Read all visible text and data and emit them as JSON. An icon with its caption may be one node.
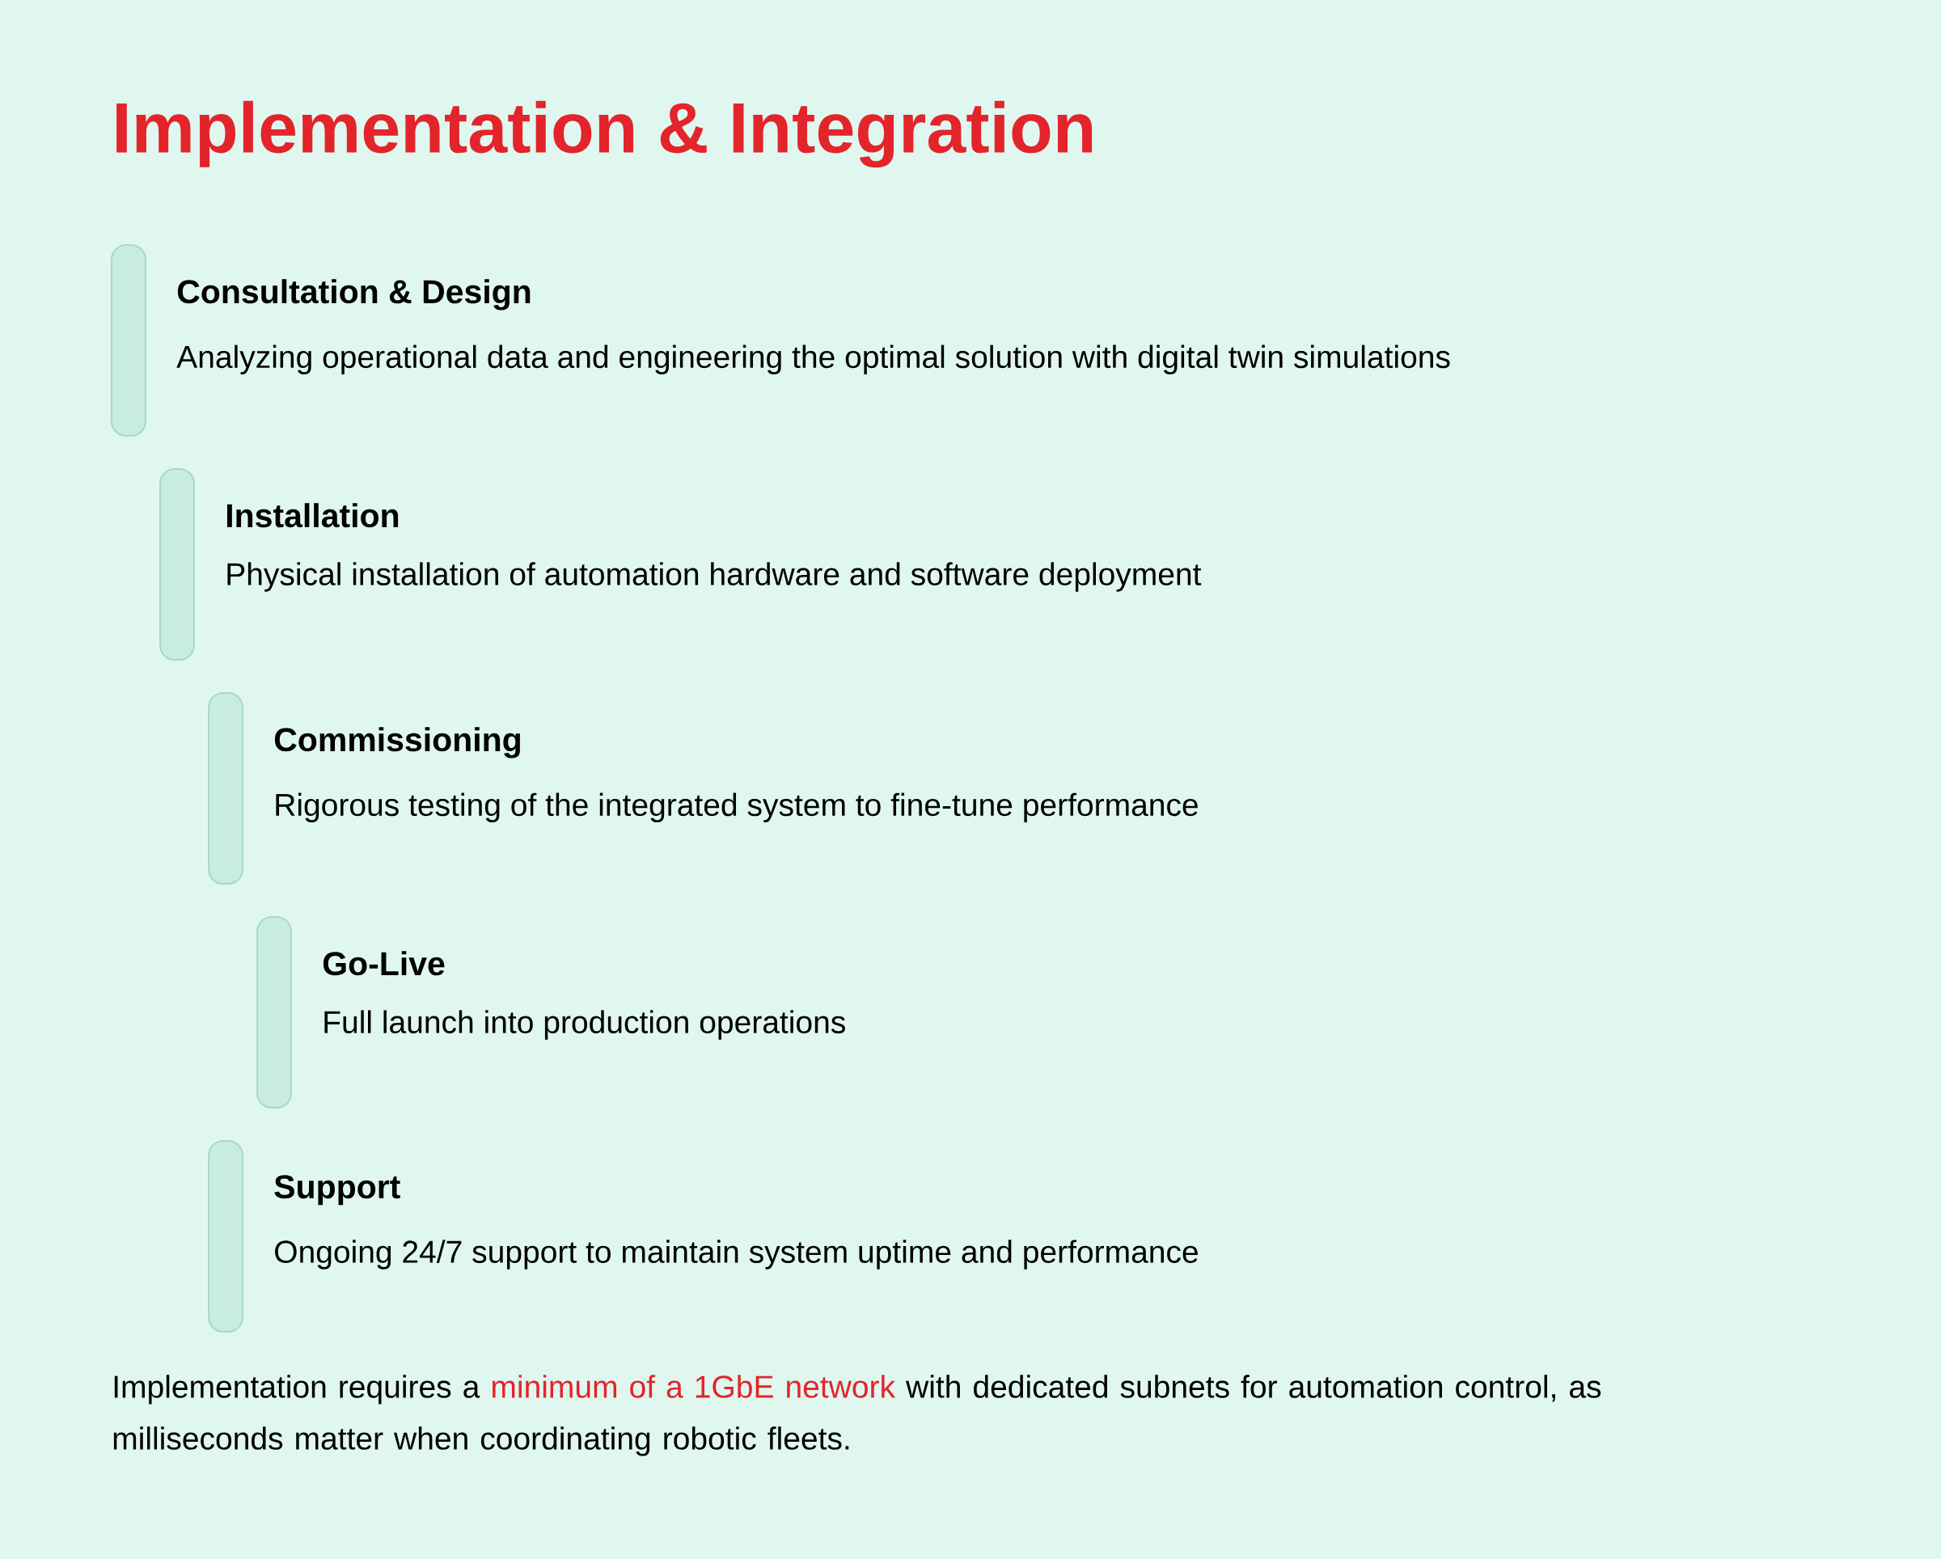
{
  "diagram": {
    "title": "Implementation & Integration",
    "nodes": [
      {
        "text": [
          "Consultation & Design",
          "Analyzing operational data and engineering the optimal solution with digital twin simulations"
        ]
      },
      {
        "text": [
          "Installation",
          "Physical installation of automation hardware and software deployment"
        ]
      },
      {
        "text": [
          "Commissioning",
          "Rigorous testing of the integrated system to fine-tune performance"
        ]
      },
      {
        "text": [
          "Go-Live",
          "Full launch into production operations"
        ]
      },
      {
        "text": [
          "Support",
          "Ongoing 24/7 support to maintain system uptime and performance"
        ]
      }
    ],
    "edges": [],
    "labels": [
      "Implementation requires a",
      "minimum of a 1GbE network",
      "with dedicated subnets for automation control, as milliseconds matter when coordinating robotic fleets."
    ]
  }
}
